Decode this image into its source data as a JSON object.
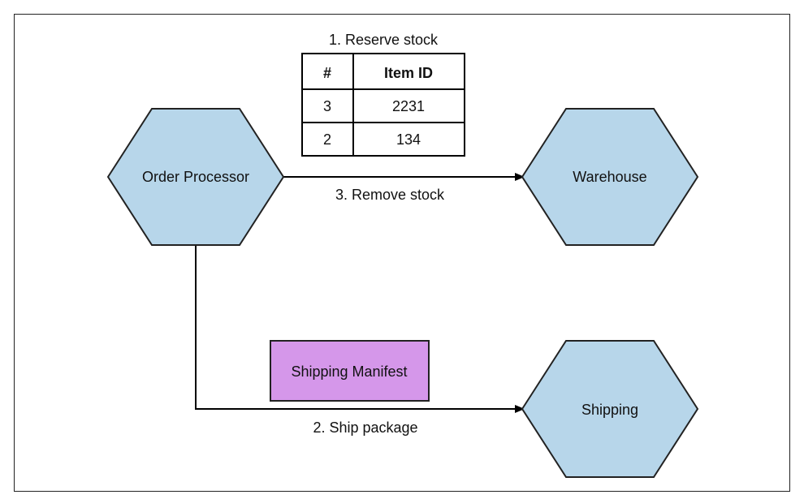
{
  "colors": {
    "hexagon_fill": "#b7d6ea",
    "hexagon_stroke": "#222222",
    "manifest_fill": "#d597ea",
    "line": "#000000"
  },
  "nodes": {
    "order_processor": "Order Processor",
    "warehouse": "Warehouse",
    "shipping": "Shipping",
    "shipping_manifest": "Shipping Manifest"
  },
  "edges": {
    "reserve_stock": "1. Reserve stock",
    "remove_stock": "3. Remove stock",
    "ship_package": "2. Ship package"
  },
  "stock_table": {
    "headers": [
      "#",
      "Item ID"
    ],
    "rows": [
      [
        "3",
        "2231"
      ],
      [
        "2",
        "134"
      ]
    ]
  }
}
